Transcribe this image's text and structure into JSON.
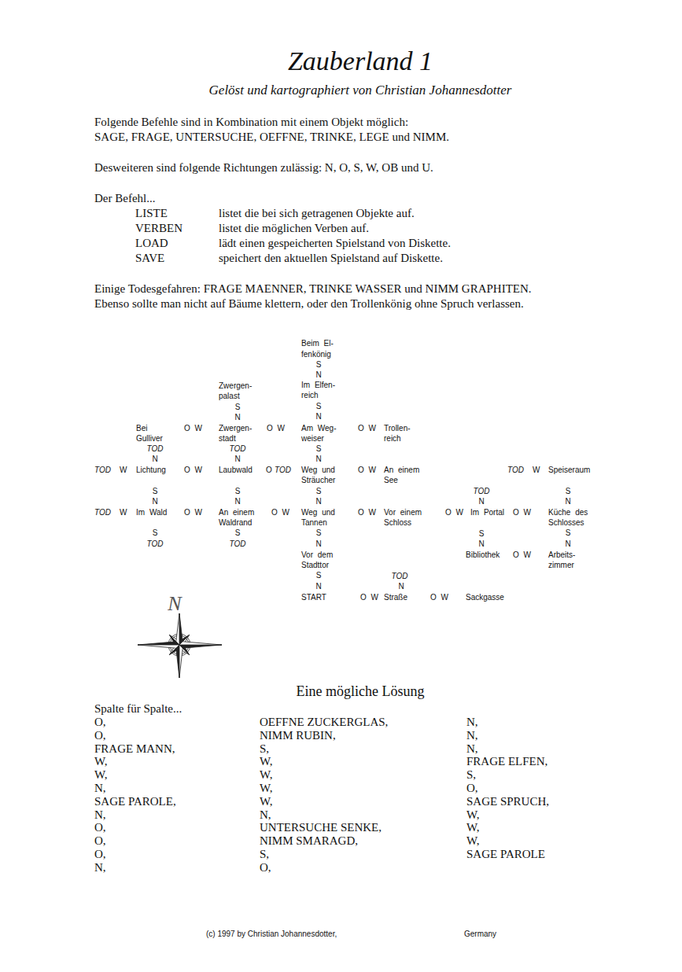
{
  "diagram": {
    "title": "Zauberland 1",
    "labels": [
      "Gelöst und kartographiert von Christian Johannesdotter",
      "Folgende Befehle sind in Kombination mit einem Objekt möglich:",
      "SAGE, FRAGE, UNTERSUCHE, OEFFNE, TRINKE, LEGE und NIMM.",
      "Desweiteren sind folgende Richtungen zulässig: N, O, S, W, OB und U.",
      "Der Befehl...",
      "LISTE",
      "listet die bei sich getragenen Objekte auf.",
      "VERBEN",
      "listet die möglichen Verben auf.",
      "LOAD",
      "lädt einen gespeicherten Spielstand von Diskette.",
      "SAVE",
      "speichert den aktuellen Spielstand auf Diskette.",
      "Einige Todesgefahren: FRAGE MAENNER, TRINKE WASSER und NIMM GRAPHITEN.",
      "Ebenso sollte man nicht auf Bäume klettern, oder den Trollenkönig ohne Spruch verlassen.",
      "Beim El-",
      "fenkönig",
      "S",
      "N",
      "Im Elfen-",
      "reich",
      "Zwergen-",
      "palast",
      "S",
      "N",
      "S",
      "N",
      "Bei",
      "Gulliver",
      "O W",
      "Zwergen-",
      "stadt",
      "O W",
      "Am Weg-",
      "weiser",
      "O W",
      "Trollen-",
      "reich",
      "TOD",
      "TOD",
      "S",
      "N",
      "N",
      "N",
      "TOD",
      "W",
      "Lichtung",
      "O W",
      "Laubwald",
      "O",
      "TOD",
      "Weg und",
      "Sträucher",
      "O W",
      "An einem",
      "See",
      "TOD",
      "W",
      "Speiseraum",
      "S",
      "S",
      "S",
      "TOD",
      "S",
      "N",
      "N",
      "N",
      "N",
      "N",
      "TOD",
      "W",
      "Im Wald",
      "O W",
      "An einem",
      "Waldrand",
      "O W",
      "Weg und",
      "Tannen",
      "O W",
      "Vor einem",
      "Schloss",
      "O W",
      "Im Portal",
      "O W",
      "Küche des",
      "Schlosses",
      "S",
      "S",
      "S",
      "S",
      "S",
      "TOD",
      "TOD",
      "N",
      "N",
      "N",
      "Vor dem",
      "Stadttor",
      "Bibliothek",
      "O W",
      "Arbeits-",
      "zimmer",
      "S",
      "TOD",
      "N",
      "N",
      "START",
      "O W",
      "Straße",
      "O W",
      "Sackgasse",
      "N",
      "Eine mögliche Lösung",
      "Spalte für Spalte...",
      "O,",
      "O,",
      "FRAGE MANN,",
      "W,",
      "W,",
      "N,",
      "SAGE PAROLE,",
      "N,",
      "O,",
      "O,",
      "O,",
      "N,",
      "OEFFNE ZUCKERGLAS,",
      "NIMM RUBIN,",
      "S,",
      "W,",
      "W,",
      "W,",
      "W,",
      "N,",
      "UNTERSUCHE SENKE,",
      "NIMM SMARAGD,",
      "S,",
      "O,",
      "N,",
      "N,",
      "N,",
      "FRAGE ELFEN,",
      "S,",
      "O,",
      "SAGE SPRUCH,",
      "W,",
      "W,",
      "W,",
      "SAGE PAROLE",
      "(c) 1997 by Christian Johannesdotter,",
      "Germany"
    ]
  }
}
